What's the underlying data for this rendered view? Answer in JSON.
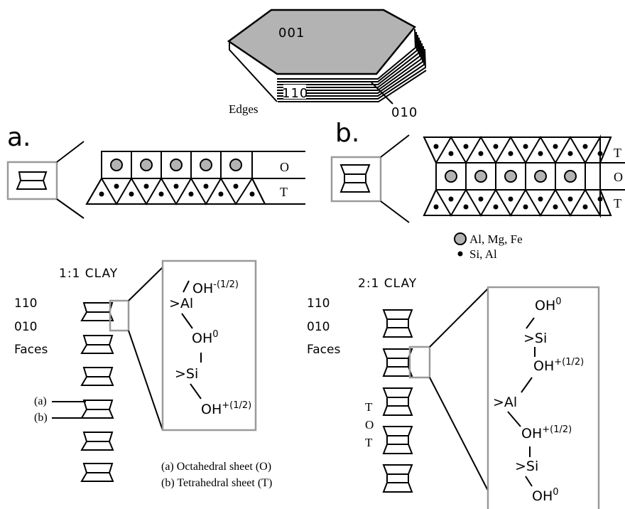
{
  "crystal": {
    "face_top": "001",
    "face_110": "110",
    "face_010": "010",
    "edges_label": "Edges"
  },
  "panel_a": {
    "letter": "a.",
    "o_label": "O",
    "t_label": "T"
  },
  "panel_b": {
    "letter": "b.",
    "t_top_label": "T",
    "o_label": "O",
    "t_bottom_label": "T"
  },
  "legend": {
    "grey_label": "Al, Mg, Fe",
    "black_label": "Si, Al",
    "grey_color": "#b3b3b3",
    "black_color": "#000000"
  },
  "clay_11": {
    "title": "1:1 CLAY",
    "faces": [
      "110",
      "010",
      "Faces"
    ],
    "callout_a": "(a)",
    "callout_b": "(b)",
    "note_a": "(a) Octahedral sheet (O)",
    "note_b": "(b) Tetrahedral sheet (T)",
    "chem": {
      "oh1": "OH",
      "oh1_charge": "-(1/2)",
      "al": ">Al",
      "oh2": "OH",
      "oh2_charge": "0",
      "si": ">Si",
      "oh3": "OH",
      "oh3_charge": "+(1/2)"
    }
  },
  "clay_21": {
    "title": "2:1 CLAY",
    "faces": [
      "110",
      "010",
      "Faces"
    ],
    "tot": [
      "T",
      "O",
      "T"
    ],
    "chem": {
      "oh1": "OH",
      "oh1_charge": "0",
      "si1": ">Si",
      "oh2": "OH",
      "oh2_charge": "+(1/2)",
      "al": ">Al",
      "oh3": "OH",
      "oh3_charge": "+(1/2)",
      "si2": ">Si",
      "oh4": "OH",
      "oh4_charge": "0"
    }
  }
}
